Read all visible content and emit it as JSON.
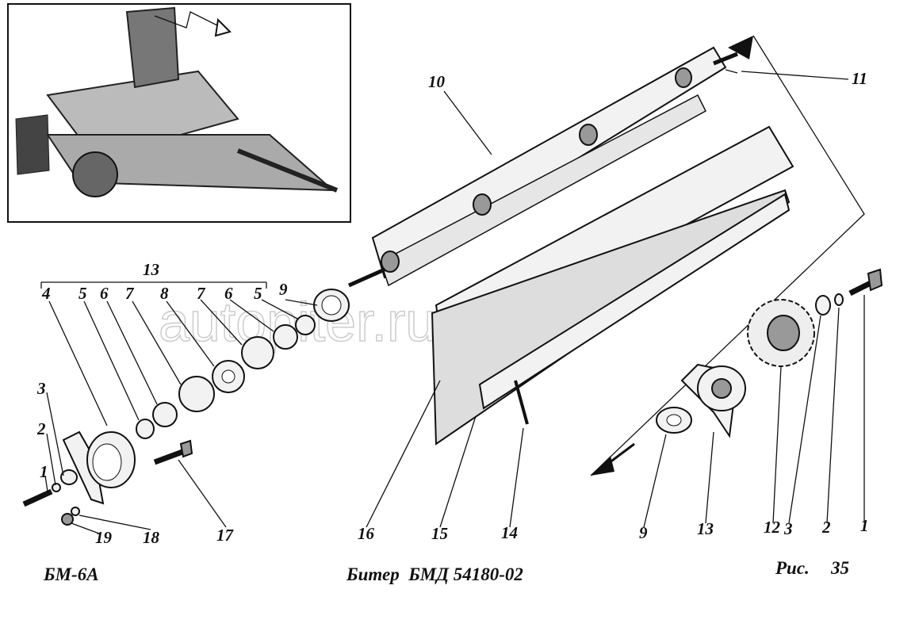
{
  "watermark": "autopiter.ru",
  "caption": {
    "model": "БМ-6А",
    "title": "Битер  БМД 54180-02",
    "fig_label": "Рис.",
    "fig_number": "35"
  },
  "assembly_group_label": "13",
  "labels_left": [
    "4",
    "5",
    "6",
    "7",
    "8",
    "7",
    "6",
    "5",
    "9",
    "3",
    "2",
    "1",
    "19",
    "18",
    "17"
  ],
  "labels_right": [
    "10",
    "11",
    "16",
    "15",
    "14",
    "9",
    "13",
    "12",
    "3",
    "2",
    "1"
  ]
}
